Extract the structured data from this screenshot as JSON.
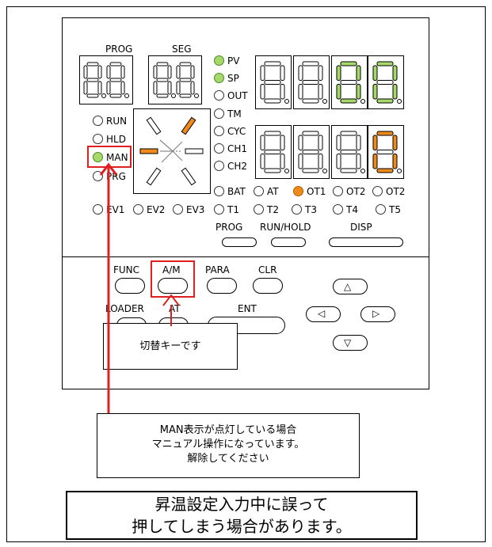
{
  "colors": {
    "green": "#a6d96a",
    "orange": "#f08a1a",
    "red": "#e02020"
  },
  "display": {
    "prog_label": "PROG",
    "seg_label": "SEG",
    "indicators_mid": [
      "PV",
      "SP",
      "OUT",
      "TM",
      "CYC",
      "CH1",
      "CH2"
    ],
    "indicators_left": [
      "RUN",
      "HLD",
      "MAN",
      "PRG"
    ],
    "status_row": [
      "BAT",
      "AT",
      "OT1",
      "OT2",
      "OT2"
    ],
    "event_row": [
      "EV1",
      "EV2",
      "EV3",
      "T1",
      "T2",
      "T3",
      "T4",
      "T5"
    ],
    "button_labels": [
      "PROG",
      "RUN/HOLD",
      "DISP"
    ]
  },
  "keypad": {
    "func": "FUNC",
    "am": "A/M",
    "para": "PARA",
    "clr": "CLR",
    "loader": "LOADER",
    "at": "AT",
    "ent": "ENT",
    "up_icon": "triangle-up-icon",
    "left_icon": "triangle-left-icon",
    "right_icon": "triangle-right-icon",
    "down_icon": "triangle-down-icon"
  },
  "notes": {
    "key_note": "切替キーです",
    "man_note_line1": "MAN表示が点灯している場合",
    "man_note_line2": "マニュアル操作になっています。",
    "man_note_line3": "解除してください",
    "warning_line1": "昇温設定入力中に誤って",
    "warning_line2": "押してしまう場合があります。"
  }
}
